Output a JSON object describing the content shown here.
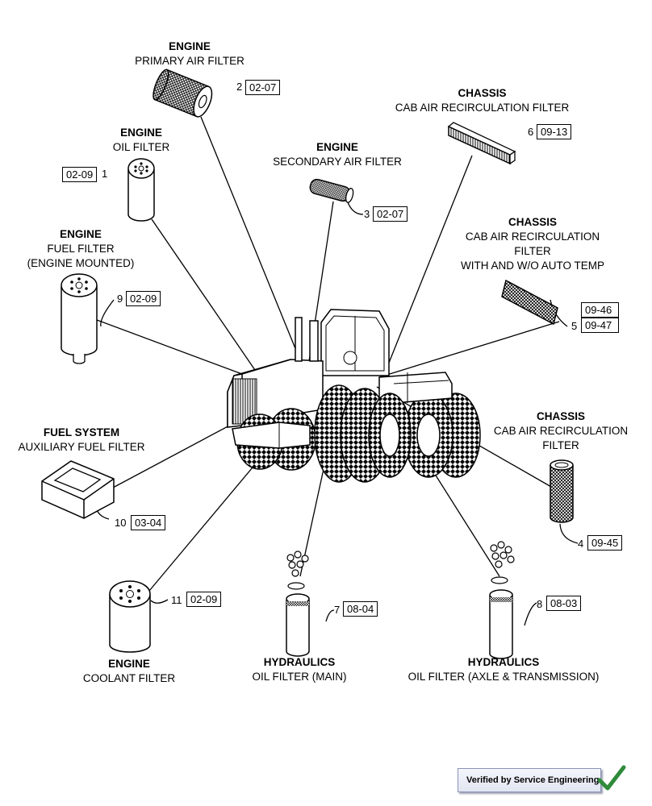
{
  "callouts": [
    {
      "id": "primary-air",
      "category": "ENGINE",
      "lines": [
        "PRIMARY AIR FILTER"
      ],
      "item": "2",
      "ref": "02-07"
    },
    {
      "id": "oil",
      "category": "ENGINE",
      "lines": [
        "OIL FILTER"
      ],
      "item": "1",
      "ref": "02-09"
    },
    {
      "id": "secondary-air",
      "category": "ENGINE",
      "lines": [
        "SECONDARY AIR FILTER"
      ],
      "item": "3",
      "ref": "02-07"
    },
    {
      "id": "cab-recirc-6",
      "category": "CHASSIS",
      "lines": [
        "CAB AIR RECIRCULATION FILTER"
      ],
      "item": "6",
      "ref": "09-13"
    },
    {
      "id": "cab-recirc-5",
      "category": "CHASSIS",
      "lines": [
        "CAB AIR RECIRCULATION",
        "FILTER",
        "WITH AND W/O AUTO TEMP"
      ],
      "item": "5",
      "refs": [
        "09-46",
        "09-47"
      ]
    },
    {
      "id": "fuel",
      "category": "ENGINE",
      "lines": [
        "FUEL FILTER",
        "(ENGINE MOUNTED)"
      ],
      "item": "9",
      "ref": "02-09"
    },
    {
      "id": "aux-fuel",
      "category": "FUEL SYSTEM",
      "lines": [
        "AUXILIARY FUEL FILTER"
      ],
      "item": "10",
      "ref": "03-04"
    },
    {
      "id": "cab-recirc-4",
      "category": "CHASSIS",
      "lines": [
        "CAB AIR RECIRCULATION",
        "FILTER"
      ],
      "item": "4",
      "ref": "09-45"
    },
    {
      "id": "coolant",
      "category": "ENGINE",
      "lines": [
        "COOLANT FILTER"
      ],
      "item": "11",
      "ref": "02-09"
    },
    {
      "id": "hyd-main",
      "category": "HYDRAULICS",
      "lines": [
        "OIL FILTER (MAIN)"
      ],
      "item": "7",
      "ref": "08-04"
    },
    {
      "id": "hyd-axle",
      "category": "HYDRAULICS",
      "lines": [
        "OIL FILTER (AXLE & TRANSMISSION)"
      ],
      "item": "8",
      "ref": "08-03"
    }
  ],
  "badge": {
    "text": "Verified by Service Engineering"
  }
}
